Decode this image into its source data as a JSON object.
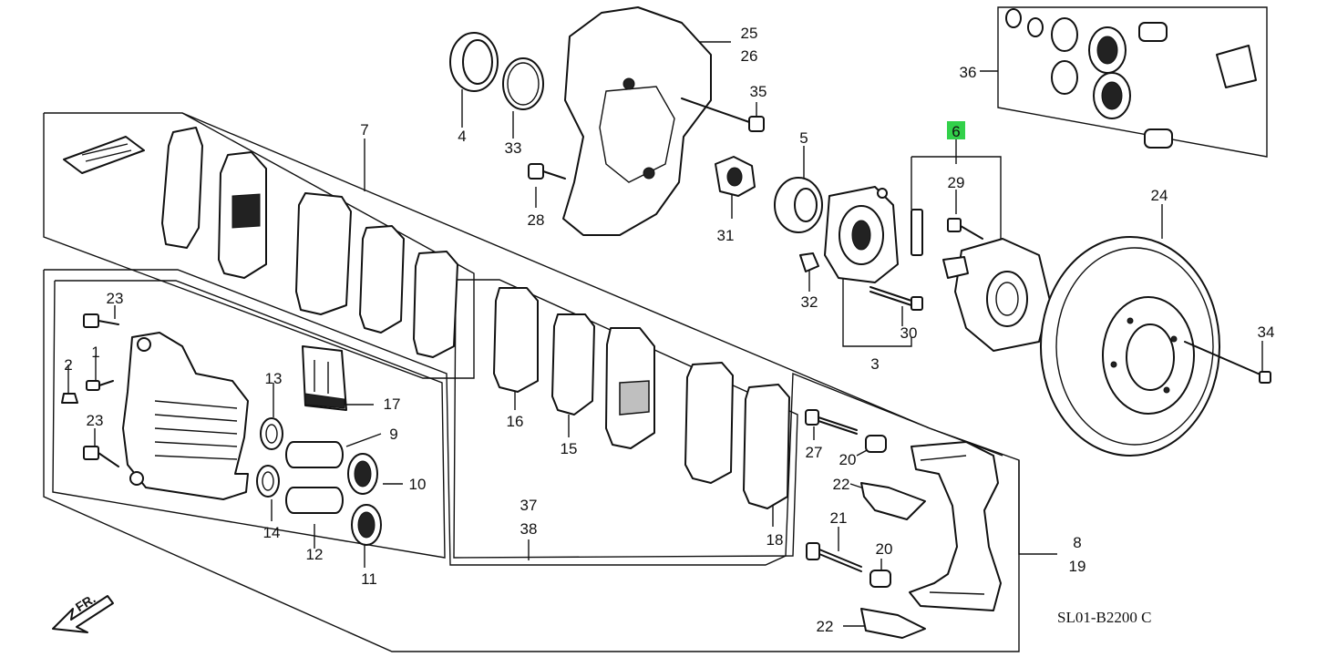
{
  "diagram_code": "SL01-B2200 C",
  "direction_label": "FR.",
  "highlight_color": "#32d14a",
  "callouts": {
    "c1": "1",
    "c2": "2",
    "c3": "3",
    "c4": "4",
    "c5": "5",
    "c6": "6",
    "c7": "7",
    "c8": "8",
    "c9": "9",
    "c10": "10",
    "c11": "11",
    "c12": "12",
    "c13": "13",
    "c14": "14",
    "c15": "15",
    "c16": "16",
    "c17": "17",
    "c18": "18",
    "c19": "19",
    "c20a": "20",
    "c20b": "20",
    "c21": "21",
    "c22a": "22",
    "c22b": "22",
    "c23a": "23",
    "c23b": "23",
    "c24": "24",
    "c25": "25",
    "c26": "26",
    "c27": "27",
    "c28": "28",
    "c29": "29",
    "c30": "30",
    "c31": "31",
    "c32": "32",
    "c33": "33",
    "c34": "34",
    "c35": "35",
    "c36": "36",
    "c37": "37",
    "c38": "38"
  }
}
